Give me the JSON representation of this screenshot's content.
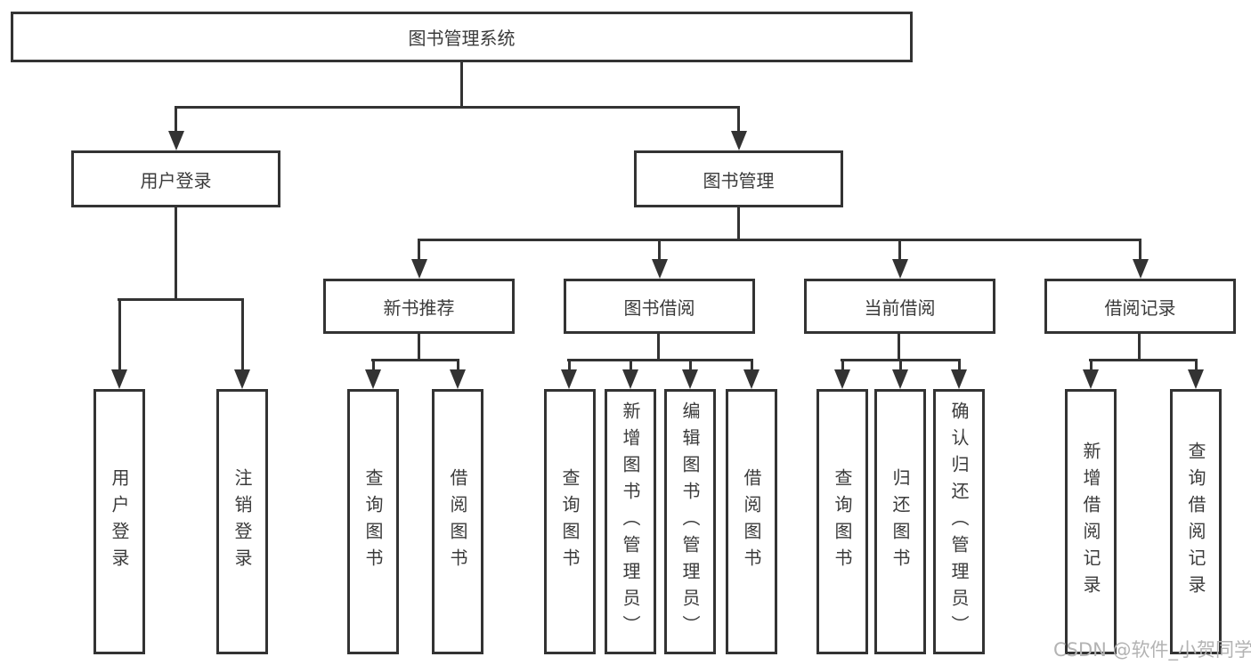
{
  "diagram_type": "hierarchy-tree",
  "tree": {
    "root": {
      "label": "图书管理系统",
      "children": [
        {
          "label": "用户登录",
          "children": [
            {
              "label": "用户登录"
            },
            {
              "label": "注销登录"
            }
          ]
        },
        {
          "label": "图书管理",
          "children": [
            {
              "label": "新书推荐",
              "children": [
                {
                  "label": "查询图书"
                },
                {
                  "label": "借阅图书"
                }
              ]
            },
            {
              "label": "图书借阅",
              "children": [
                {
                  "label": "查询图书"
                },
                {
                  "label": "新增图书（管理员）"
                },
                {
                  "label": "编辑图书（管理员）"
                },
                {
                  "label": "借阅图书"
                }
              ]
            },
            {
              "label": "当前借阅",
              "children": [
                {
                  "label": "查询图书"
                },
                {
                  "label": "归还图书"
                },
                {
                  "label": "确认归还（管理员）"
                }
              ]
            },
            {
              "label": "借阅记录",
              "children": [
                {
                  "label": "新增借阅记录"
                },
                {
                  "label": "查询借阅记录"
                }
              ]
            }
          ]
        }
      ]
    }
  },
  "watermark": {
    "text": "CSDN @软件_小贺同学"
  },
  "colors": {
    "line": "#333333",
    "text": "#3b3b3b",
    "background": "#ffffff",
    "watermark": "#b3b3b3"
  }
}
